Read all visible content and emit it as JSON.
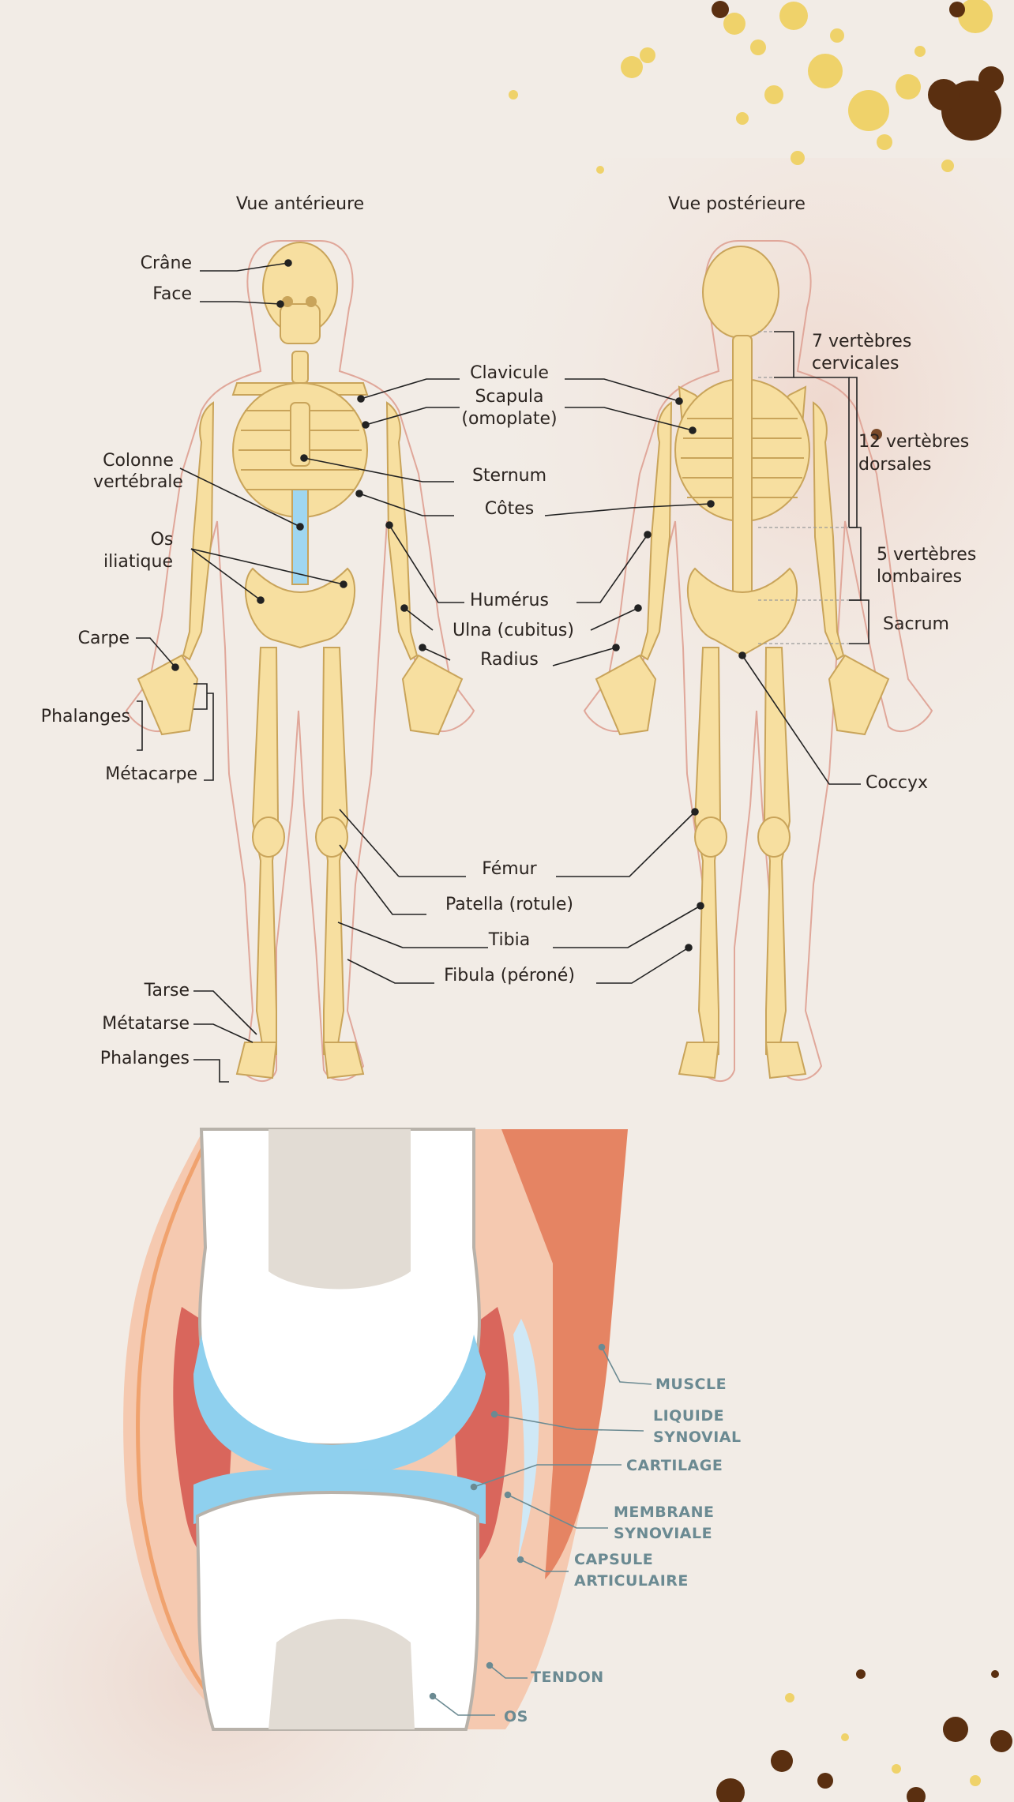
{
  "views": {
    "anterior_title": "Vue antérieure",
    "posterior_title": "Vue postérieure"
  },
  "labels": {
    "crane": "Crâne",
    "face": "Face",
    "clavicule": "Clavicule",
    "scapula_1": "Scapula",
    "scapula_2": "(omoplate)",
    "colonne_1": "Colonne",
    "colonne_2": "vertébrale",
    "sternum": "Sternum",
    "cotes": "Côtes",
    "os_1": "Os",
    "os_2": "iliatique",
    "humerus": "Humérus",
    "ulna": "Ulna (cubitus)",
    "radius": "Radius",
    "carpe": "Carpe",
    "phalanges_main": "Phalanges",
    "metacarpe": "Métacarpe",
    "femur": "Fémur",
    "patella": "Patella (rotule)",
    "tibia": "Tibia",
    "fibula": "Fibula (péroné)",
    "tarse": "Tarse",
    "metatarse": "Métatarse",
    "phalanges_pied": "Phalanges",
    "cervicales_1": "7 vertèbres",
    "cervicales_2": "cervicales",
    "dorsales_1": "12 vertèbres",
    "dorsales_2": "dorsales",
    "lombaires_1": "5 vertèbres",
    "lombaires_2": "lombaires",
    "sacrum": "Sacrum",
    "coccyx": "Coccyx"
  },
  "joint": {
    "muscle": "MUSCLE",
    "liquide_1": "LIQUIDE",
    "liquide_2": "SYNOVIAL",
    "cartilage": "CARTILAGE",
    "membrane_1": "MEMBRANE",
    "membrane_2": "SYNOVIALE",
    "capsule_1": "CAPSULE",
    "capsule_2": "ARTICULAIRE",
    "tendon": "TENDON",
    "os": "OS"
  },
  "colors": {
    "bone": "#f7dfa0",
    "bone_outline": "#c9a45a",
    "skin_outline": "#e0a79a",
    "cartilage": "#8fd0ee",
    "muscle": "#e58463",
    "synovial": "#d9665c",
    "label_joint": "#6b8a92",
    "gold_splash": "#efd26a",
    "brown_splash": "#5a2f10"
  }
}
